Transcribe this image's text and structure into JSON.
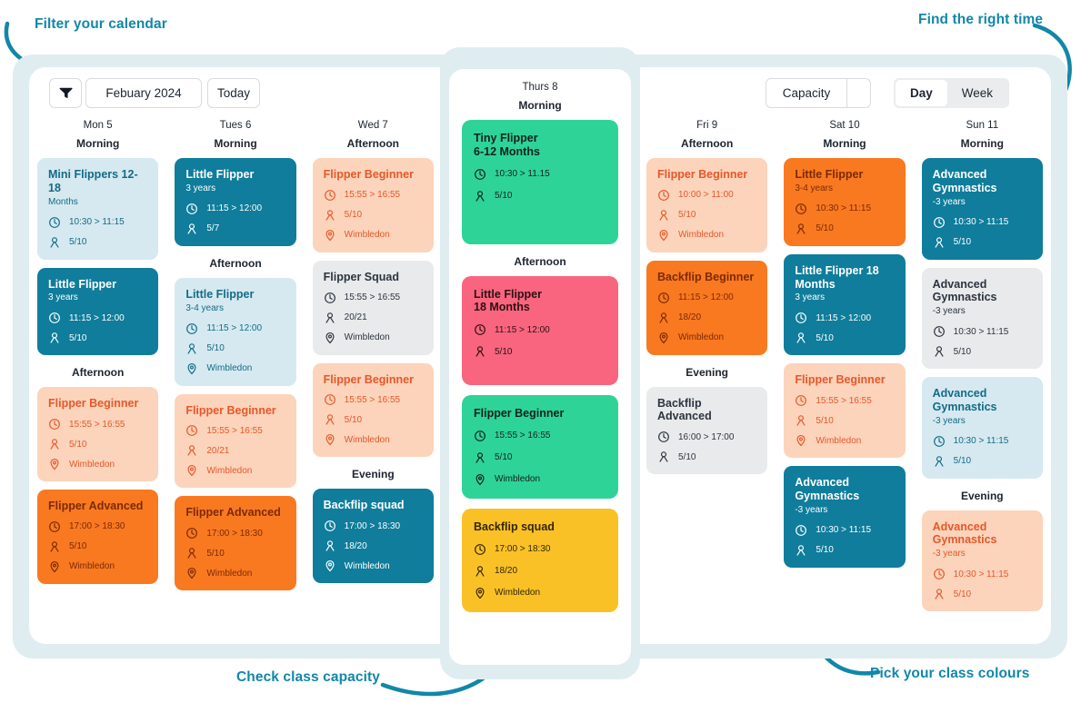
{
  "annotations": {
    "top_left": "Filter your calendar",
    "top_right": "Find the right time",
    "bottom_left": "Check class capacity",
    "bottom_right": "Pick your class colours"
  },
  "toolbar": {
    "filter_icon": "filter-funnel-icon",
    "month_label": "Febuary 2024",
    "today_label": "Today",
    "capacity_label": "Capacity",
    "day_label": "Day",
    "week_label": "Week",
    "active_view": "Day"
  },
  "icons": {
    "time": "clock-icon",
    "capacity": "person-icon",
    "location": "map-pin-icon"
  },
  "colors": {
    "accent": "#1287a8",
    "shell": "#dfedf1",
    "light_blue": "#d6e9f0",
    "teal": "#0f7d9b",
    "peach": "#fbd4bb",
    "orange": "#f97921",
    "grey": "#e9eaeb",
    "green": "#2ed398",
    "pink": "#f9657e",
    "yellow": "#f9c125"
  },
  "columns": [
    {
      "day": "Mon 5",
      "sections": [
        {
          "part": "Morning",
          "cards": [
            {
              "theme": "t-lightblue",
              "title": "Mini Flippers 12-18",
              "sub": "Months",
              "time": "10:30 > 11:15",
              "capacity": "5/10",
              "location": ""
            },
            {
              "theme": "t-teal",
              "title": "Little Flipper",
              "sub": "3 years",
              "time": "11:15 > 12:00",
              "capacity": "5/10",
              "location": ""
            }
          ]
        },
        {
          "part": "Afternoon",
          "cards": [
            {
              "theme": "t-peach",
              "title": "Flipper Beginner",
              "sub": "",
              "time": "15:55 > 16:55",
              "capacity": "5/10",
              "location": "Wimbledon"
            },
            {
              "theme": "t-orange",
              "title": "Flipper Advanced",
              "sub": "",
              "time": "17:00 > 18:30",
              "capacity": "5/10",
              "location": "Wimbledon"
            }
          ]
        }
      ]
    },
    {
      "day": "Tues 6",
      "sections": [
        {
          "part": "Morning",
          "cards": [
            {
              "theme": "t-teal",
              "title": "Little Flipper",
              "sub": "3 years",
              "time": "11:15 > 12:00",
              "capacity": "5/7",
              "location": ""
            }
          ]
        },
        {
          "part": "Afternoon",
          "cards": [
            {
              "theme": "t-lightblue",
              "title": "Little Flipper",
              "sub": "3-4 years",
              "time": "11:15 > 12:00",
              "capacity": "5/10",
              "location": "Wimbledon"
            },
            {
              "theme": "t-peach",
              "title": "Flipper Beginner",
              "sub": "",
              "time": "15:55 > 16:55",
              "capacity": "20/21",
              "location": "Wimbledon"
            },
            {
              "theme": "t-orange",
              "title": "Flipper Advanced",
              "sub": "",
              "time": "17:00 > 18:30",
              "capacity": "5/10",
              "location": "Wimbledon"
            }
          ]
        }
      ]
    },
    {
      "day": "Wed 7",
      "sections": [
        {
          "part": "Afternoon",
          "cards": [
            {
              "theme": "t-peach",
              "title": "Flipper Beginner",
              "sub": "",
              "time": "15:55 > 16:55",
              "capacity": "5/10",
              "location": "Wimbledon"
            },
            {
              "theme": "t-grey",
              "title": "Flipper Squad",
              "sub": "",
              "time": "15:55 > 16:55",
              "capacity": "20/21",
              "location": "Wimbledon"
            },
            {
              "theme": "t-peach",
              "title": "Flipper Beginner",
              "sub": "",
              "time": "15:55 > 16:55",
              "capacity": "5/10",
              "location": "Wimbledon"
            }
          ]
        },
        {
          "part": "Evening",
          "cards": [
            {
              "theme": "t-teal",
              "title": "Backflip squad",
              "sub": "",
              "time": "17:00 > 18:30",
              "capacity": "18/20",
              "location": "Wimbledon"
            }
          ]
        }
      ]
    },
    {
      "day": "Fri 9",
      "sections": [
        {
          "part": "Afternoon",
          "cards": [
            {
              "theme": "t-peach",
              "title": "Flipper Beginner",
              "sub": "",
              "time": "10:00 > 11:00",
              "capacity": "5/10",
              "location": "Wimbledon"
            },
            {
              "theme": "t-orange",
              "title": "Backflip Beginner",
              "sub": "",
              "time": "11:15 > 12:00",
              "capacity": "18/20",
              "location": "Wimbledon"
            }
          ]
        },
        {
          "part": "Evening",
          "cards": [
            {
              "theme": "t-grey",
              "title": "Backflip Advanced",
              "sub": "",
              "time": "16:00 > 17:00",
              "capacity": "5/10",
              "location": ""
            }
          ]
        }
      ]
    },
    {
      "day": "Sat 10",
      "sections": [
        {
          "part": "Morning",
          "cards": [
            {
              "theme": "t-orange",
              "title": "Little Flipper",
              "sub": "3-4 years",
              "time": "10:30 > 11:15",
              "capacity": "5/10",
              "location": ""
            },
            {
              "theme": "t-teal",
              "title": "Little Flipper 18 Months",
              "sub": "3 years",
              "time": "11:15 > 12:00",
              "capacity": "5/10",
              "location": ""
            },
            {
              "theme": "t-peach",
              "title": "Flipper Beginner",
              "sub": "",
              "time": "15:55 > 16:55",
              "capacity": "5/10",
              "location": "Wimbledon"
            },
            {
              "theme": "t-teal",
              "title": "Advanced Gymnastics",
              "sub": "-3 years",
              "time": "10:30 > 11:15",
              "capacity": "5/10",
              "location": ""
            }
          ]
        }
      ]
    },
    {
      "day": "Sun 11",
      "sections": [
        {
          "part": "Morning",
          "cards": [
            {
              "theme": "t-teal",
              "title": "Advanced Gymnastics",
              "sub": "-3 years",
              "time": "10:30 > 11:15",
              "capacity": "5/10",
              "location": ""
            },
            {
              "theme": "t-grey",
              "title": "Advanced Gymnastics",
              "sub": "-3 years",
              "time": "10:30 > 11:15",
              "capacity": "5/10",
              "location": ""
            },
            {
              "theme": "t-lightblue",
              "title": "Advanced Gymnastics",
              "sub": "-3 years",
              "time": "10:30 > 11:15",
              "capacity": "5/10",
              "location": ""
            }
          ]
        },
        {
          "part": "Evening",
          "cards": [
            {
              "theme": "t-peach",
              "title": "Advanced Gymnastics",
              "sub": "-3 years",
              "time": "10:30 > 11:15",
              "capacity": "5/10",
              "location": ""
            }
          ]
        }
      ]
    }
  ],
  "focus_day": {
    "day": "Thurs 8",
    "sections": [
      {
        "part": "Morning",
        "cards": [
          {
            "theme": "t-green",
            "title": "Tiny Flipper\n6-12 Months",
            "sub": "",
            "time": "10:30 > 11.15",
            "capacity": "5/10",
            "location": "",
            "size": "tall"
          }
        ]
      },
      {
        "part": "Afternoon",
        "cards": [
          {
            "theme": "t-pink",
            "title": "Little Flipper\n18 Months",
            "sub": "",
            "time": "11:15 > 12:00",
            "capacity": "5/10",
            "location": "",
            "size": "tall2"
          },
          {
            "theme": "t-green",
            "title": "Flipper Beginner",
            "sub": "",
            "time": "15:55 > 16:55",
            "capacity": "5/10",
            "location": "Wimbledon",
            "size": ""
          },
          {
            "theme": "t-yellow",
            "title": "Backflip squad",
            "sub": "",
            "time": "17:00 > 18:30",
            "capacity": "18/20",
            "location": "Wimbledon",
            "size": ""
          }
        ]
      }
    ]
  }
}
